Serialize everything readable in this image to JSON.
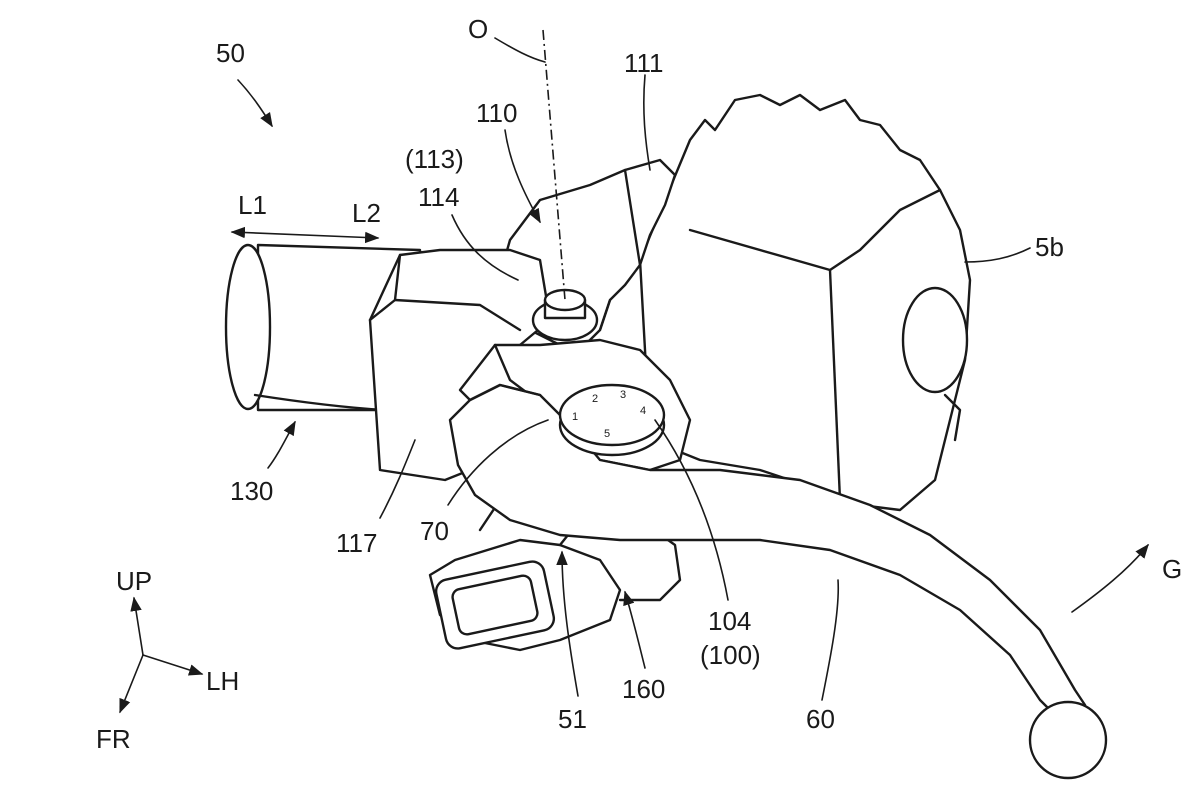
{
  "figure": {
    "assembly_label": "50",
    "labels": {
      "axis_o": "O",
      "part_111": "111",
      "part_110": "110",
      "part_113": "(113)",
      "part_114": "114",
      "dir_l1": "L1",
      "dir_l2": "L2",
      "part_5b": "5b",
      "part_130": "130",
      "part_117": "117",
      "part_70": "70",
      "part_104": "104",
      "part_100": "(100)",
      "part_51": "51",
      "part_160": "160",
      "part_60": "60",
      "dir_g": "G"
    },
    "dial_numbers": [
      "1",
      "2",
      "3",
      "4",
      "5"
    ],
    "orientation": {
      "up": "UP",
      "lh": "LH",
      "fr": "FR"
    }
  }
}
